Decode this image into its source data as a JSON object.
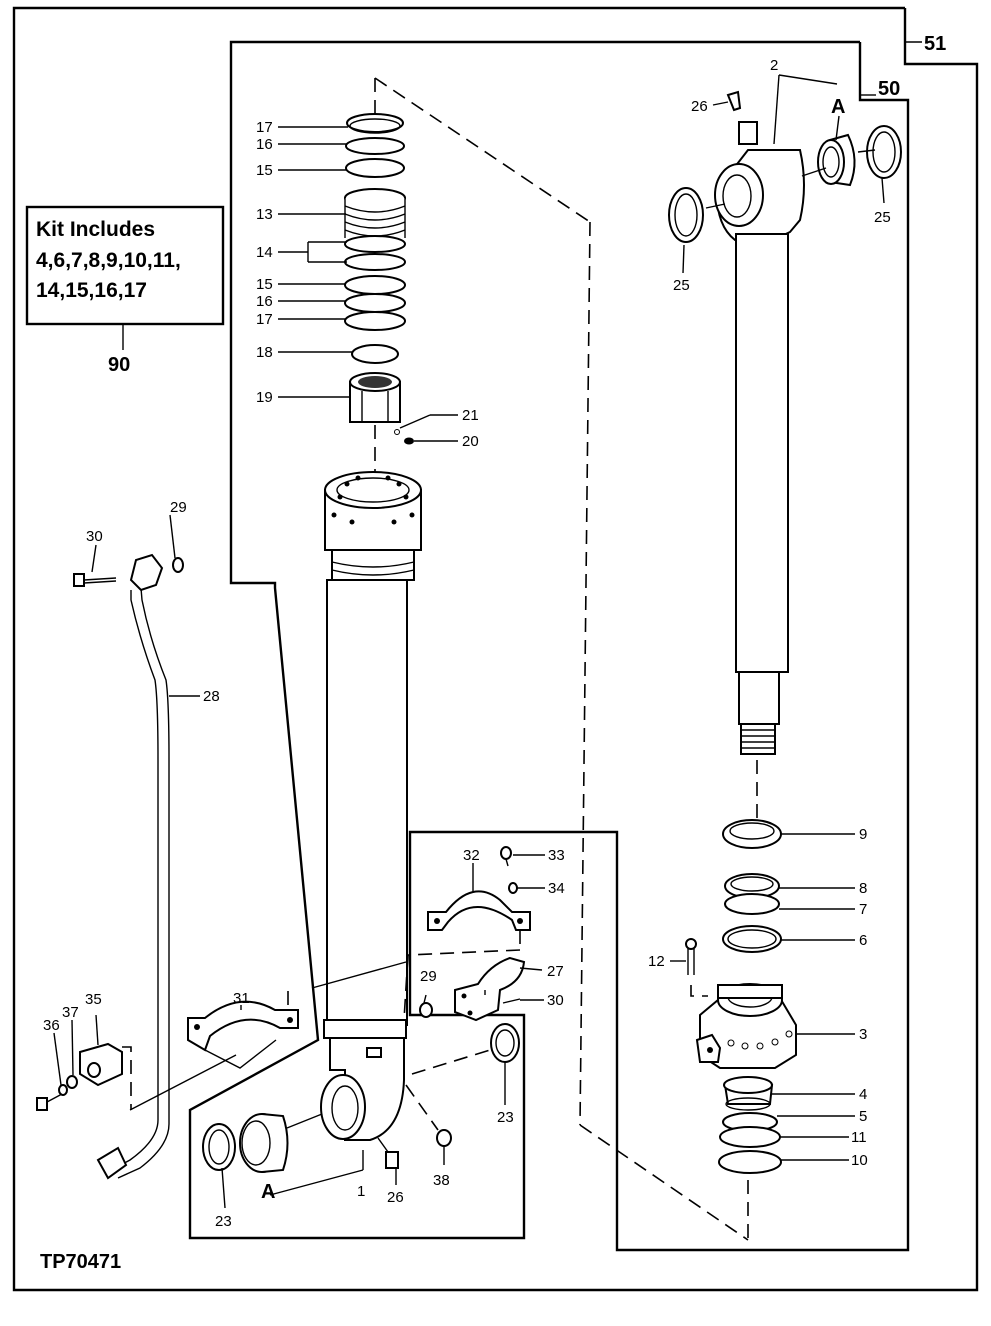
{
  "figure_id": "TP70471",
  "assembly_callouts": {
    "outer": "51",
    "inner": "50"
  },
  "kit": {
    "title": "Kit Includes",
    "line1": "4,6,7,8,9,10,11,",
    "line2": "14,15,16,17",
    "ref": "90"
  },
  "letter_a": "A",
  "labels": {
    "p1": "1",
    "p2": "2",
    "p3": "3",
    "p4": "4",
    "p5": "5",
    "p6": "6",
    "p7": "7",
    "p8": "8",
    "p9": "9",
    "p10": "10",
    "p11": "11",
    "p12": "12",
    "p13": "13",
    "p14": "14",
    "p15": "15",
    "p16": "16",
    "p17": "17",
    "p18": "18",
    "p19": "19",
    "p20": "20",
    "p21": "21",
    "p23": "23",
    "p25": "25",
    "p26": "26",
    "p27": "27",
    "p28": "28",
    "p29": "29",
    "p30": "30",
    "p31": "31",
    "p32": "32",
    "p33": "33",
    "p34": "34",
    "p35": "35",
    "p36": "36",
    "p37": "37",
    "p38": "38"
  }
}
